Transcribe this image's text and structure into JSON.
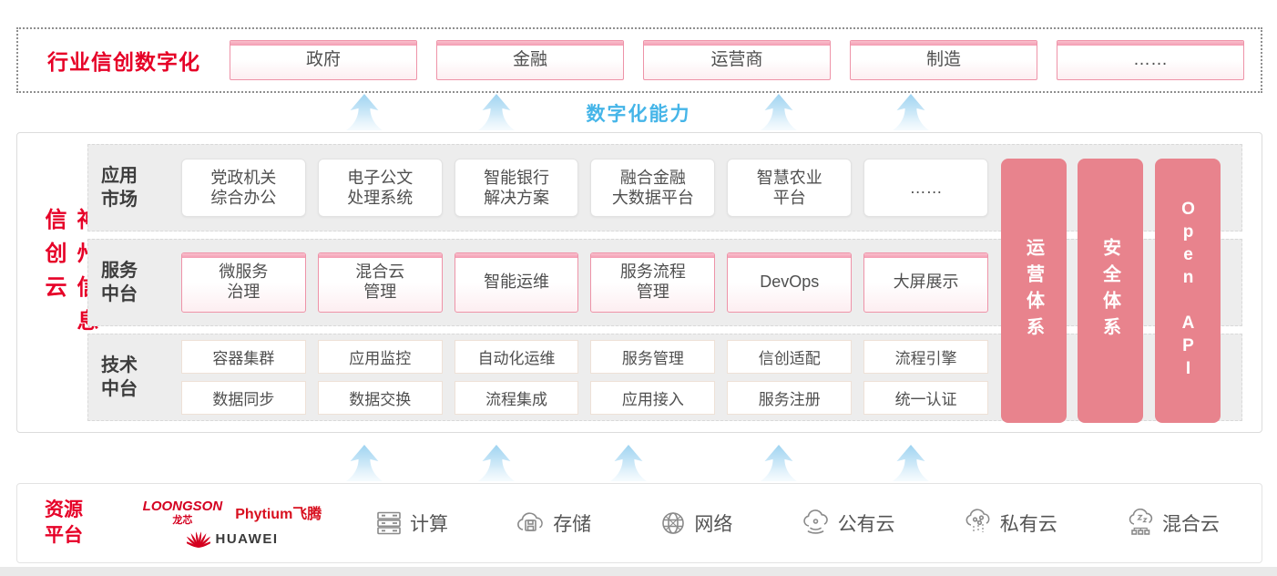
{
  "industry_band": {
    "label": "行业信创数字化",
    "items": [
      "政府",
      "金融",
      "运营商",
      "制造",
      "……"
    ]
  },
  "capability_label": "数字化能力",
  "cloud_platform": {
    "vertical_title": "神州信息信创云",
    "app_market": {
      "label": "应用\n市场",
      "cards": [
        "党政机关\n综合办公",
        "电子公文\n处理系统",
        "智能银行\n解决方案",
        "融合金融\n大数据平台",
        "智慧农业\n平台",
        "……"
      ]
    },
    "service_platform": {
      "label": "服务\n中台",
      "cards": [
        "微服务\n治理",
        "混合云\n管理",
        "智能运维",
        "服务流程\n管理",
        "DevOps",
        "大屏展示"
      ]
    },
    "tech_platform": {
      "label": "技术\n中台",
      "cards_row1": [
        "容器集群",
        "应用监控",
        "自动化运维",
        "服务管理",
        "信创适配",
        "流程引擎"
      ],
      "cards_row2": [
        "数据同步",
        "数据交换",
        "流程集成",
        "应用接入",
        "服务注册",
        "统一认证"
      ]
    },
    "side_bars": [
      "运营体系",
      "安全体系",
      "Open API"
    ]
  },
  "resource_platform": {
    "label": "资源\n平台",
    "vendors": {
      "loongson": "LOONGSON",
      "loongson_cn": "龙芯",
      "phytium": "Phytium飞腾",
      "huawei": "HUAWEI"
    },
    "items": [
      {
        "icon": "compute-icon",
        "label": "计算"
      },
      {
        "icon": "storage-icon",
        "label": "存储"
      },
      {
        "icon": "network-icon",
        "label": "网络"
      },
      {
        "icon": "public-cloud-icon",
        "label": "公有云"
      },
      {
        "icon": "private-cloud-icon",
        "label": "私有云"
      },
      {
        "icon": "hybrid-cloud-icon",
        "label": "混合云"
      }
    ]
  },
  "colors": {
    "accent_red": "#e60027",
    "side_bar_pink": "#e8838d",
    "capability_blue": "#45b5e8"
  }
}
